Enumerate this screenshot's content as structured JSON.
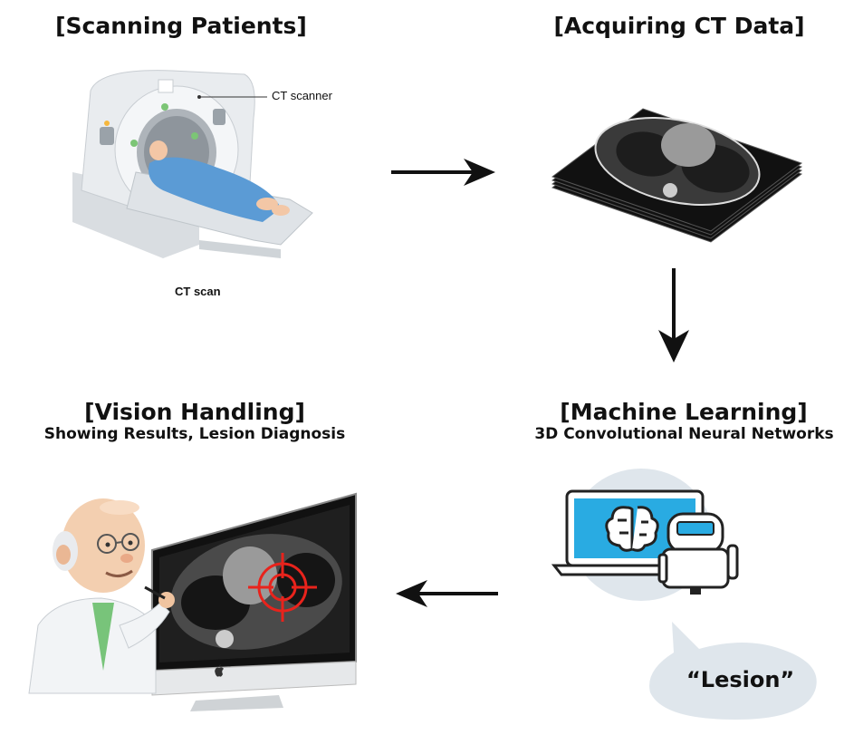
{
  "panels": {
    "scanning": {
      "title": "[Scanning Patients]",
      "device_label": "CT scanner",
      "caption": "CT scan"
    },
    "acquiring": {
      "title": "[Acquiring CT Data]"
    },
    "machine_learning": {
      "title": "[Machine Learning]",
      "subtitle": "3D Convolutional Neural Networks",
      "speech": "“Lesion”"
    },
    "vision": {
      "title": "[Vision Handling]",
      "subtitle": "Showing Results, Lesion Diagnosis"
    }
  },
  "colors": {
    "arrow": "#111111",
    "scanner_body": "#e9ecef",
    "patient_sheet": "#5b9bd5",
    "laptop_screen": "#29abe2",
    "bubble": "#dfe6ec",
    "target": "#e8231c"
  },
  "icons": [
    "ct-scanner-icon",
    "ct-slices-icon",
    "laptop-brain-icon",
    "robot-icon",
    "doctor-icon",
    "monitor-icon",
    "apple-logo-icon",
    "crosshair-icon"
  ]
}
